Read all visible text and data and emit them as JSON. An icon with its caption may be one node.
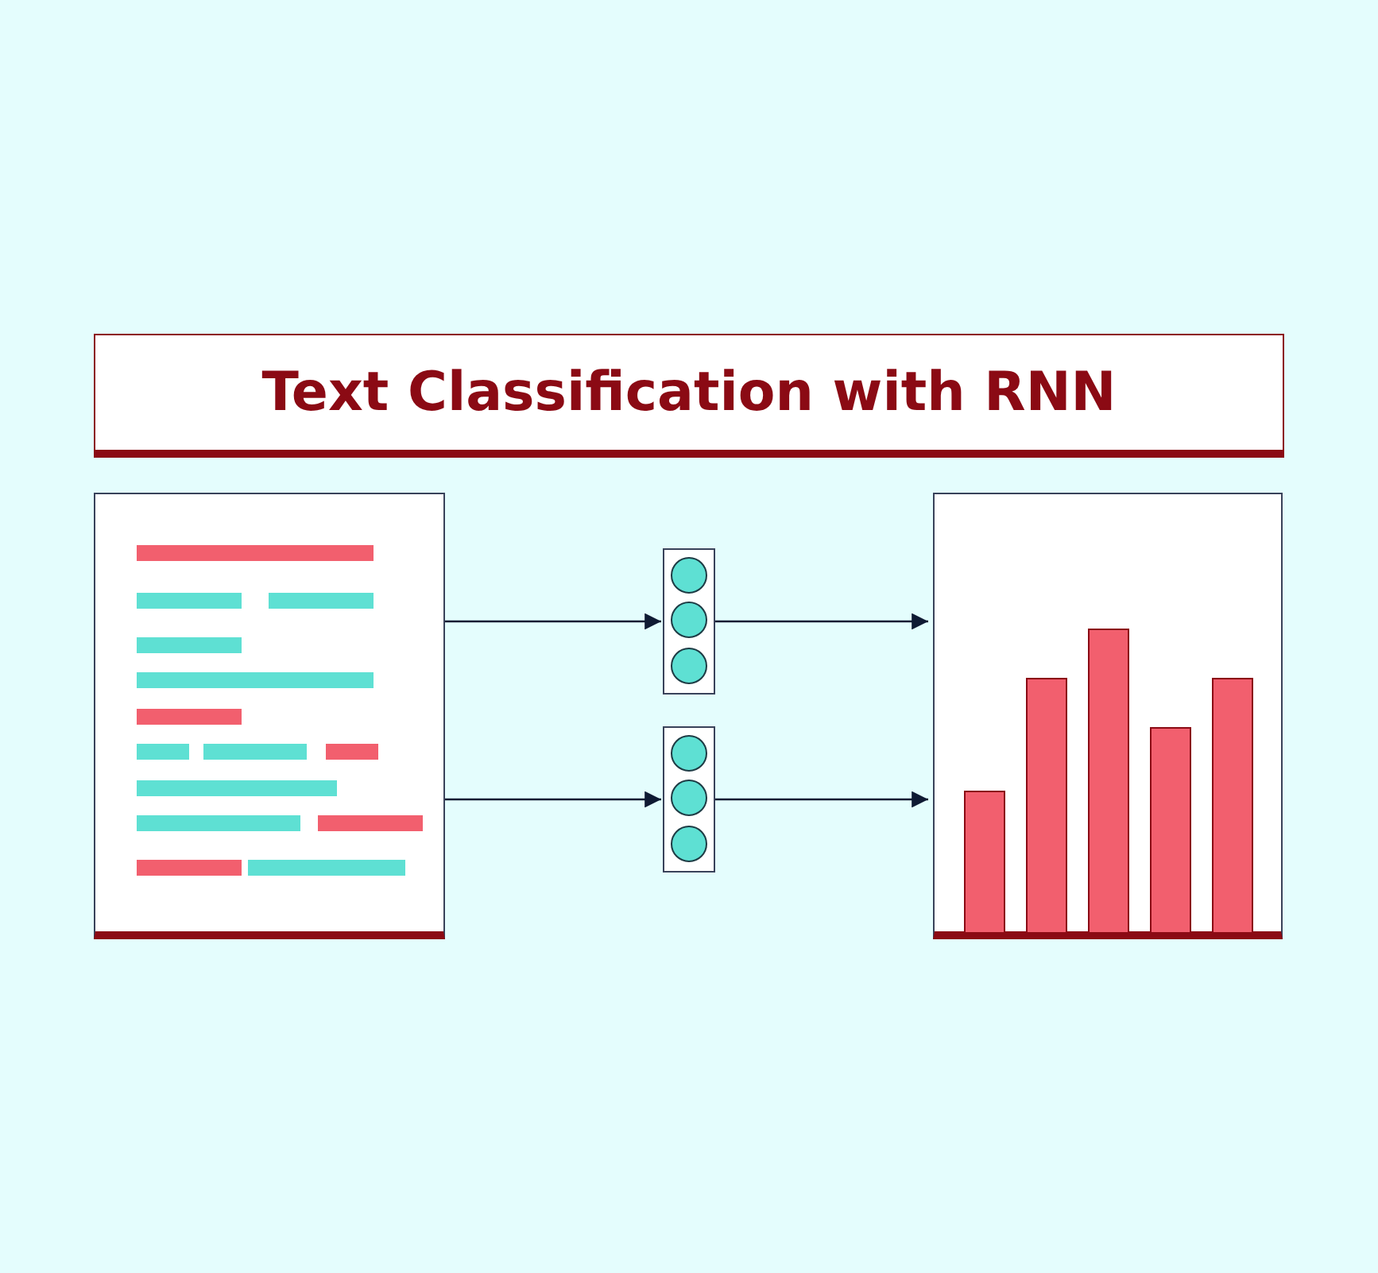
{
  "diagram": {
    "title": "Text Classification with RNN",
    "nodes": [
      {
        "text": [],
        "shape": "picture"
      },
      {
        "text": [],
        "shape": "box"
      },
      {
        "text": [],
        "shape": "box"
      },
      {
        "text": [],
        "shape": "picture"
      }
    ],
    "edges": [
      {
        "from": 0,
        "to": 1,
        "arrow": "to"
      },
      {
        "from": 0,
        "to": 2,
        "arrow": "to"
      },
      {
        "from": 1,
        "to": 3,
        "arrow": "to"
      },
      {
        "from": 2,
        "to": 3,
        "arrow": "to"
      }
    ]
  }
}
